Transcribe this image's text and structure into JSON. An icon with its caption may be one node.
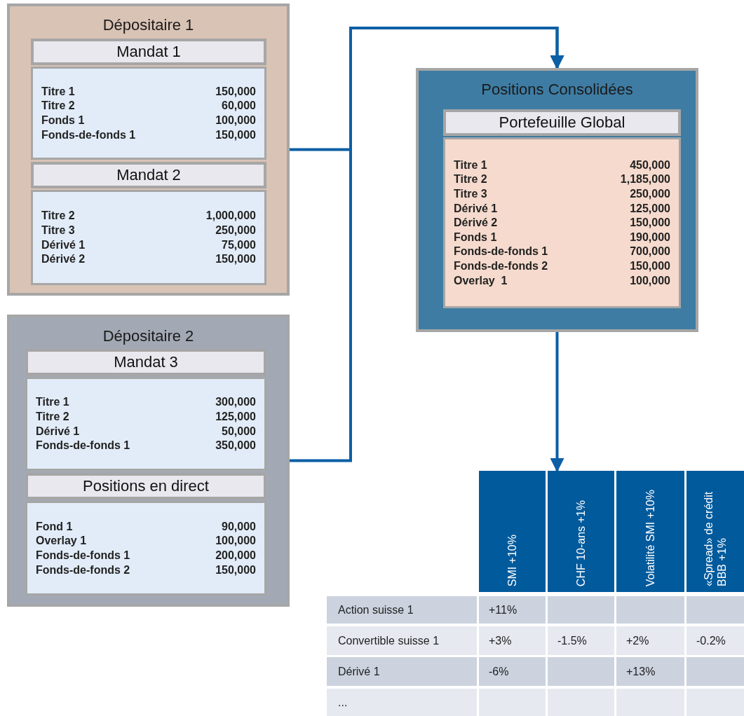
{
  "diagram": {
    "nodes": [
      {
        "text": [
          "Dépositaire 1"
        ]
      },
      {
        "text": [
          "Mandat 1"
        ],
        "in": 0
      },
      {
        "text": [
          "Titre 1",
          "150,000",
          "Titre 2",
          "60,000",
          "Fonds 1",
          "100,000",
          "Fonds-de-fonds 1",
          "150,000"
        ],
        "in": 0
      },
      {
        "text": [
          "Mandat 2"
        ],
        "in": 0
      },
      {
        "text": [
          "Titre 2",
          "1,000,000",
          "Titre 3",
          "250,000",
          "Dérivé 1",
          "75,000",
          "Dérivé 2",
          "150,000"
        ],
        "in": 0
      },
      {
        "text": [
          "Dépositaire 2"
        ]
      },
      {
        "text": [
          "Mandat 3"
        ],
        "in": 5
      },
      {
        "text": [
          "Titre 1",
          "300,000",
          "Titre 2",
          "125,000",
          "Dérivé 1",
          "50,000",
          "Fonds-de-fonds 1",
          "350,000"
        ],
        "in": 5
      },
      {
        "text": [
          "Positions en direct"
        ],
        "in": 5
      },
      {
        "text": [
          "Fond 1",
          "90,000",
          "Overlay 1",
          "100,000",
          "Fonds-de-fonds 1",
          "200,000",
          "Fonds-de-fonds 2",
          "150,000"
        ],
        "in": 5
      },
      {
        "text": [
          "Positions Consolidées"
        ]
      },
      {
        "text": [
          "Portefeuille Global"
        ],
        "in": 10
      },
      {
        "text": [
          "Titre 1",
          "450,000",
          "Titre 2",
          "1,185,000",
          "Titre 3",
          "250,000",
          "Dérivé 1",
          "125,000",
          "Dérivé 2",
          "150,000",
          "Fonds 1",
          "190,000",
          "Fonds-de-fonds 1",
          "700,000",
          "Fonds-de-fonds 2",
          "150,000",
          "Overlay  1",
          "100,000"
        ],
        "in": 10
      },
      {
        "text": [],
        "shape": "box"
      }
    ],
    "edges": [
      {
        "from": 0,
        "to": 10,
        "arrow": "to"
      },
      {
        "from": 5,
        "to": 10,
        "arrow": "to"
      },
      {
        "from": 10,
        "to": 13,
        "arrow": "to"
      }
    ],
    "labels": [
      "SMI +10%",
      "CHF 10-ans +1%",
      "Volatilité SMI +10%",
      "«Spread» de crédit BBB +1%",
      "Action suisse 1",
      "+11%",
      "Convertible suisse 1",
      "+3%",
      "-1.5%",
      "+2%",
      "-0.2%",
      "Dérivé 1",
      "-6%",
      "+13%",
      "..."
    ]
  }
}
